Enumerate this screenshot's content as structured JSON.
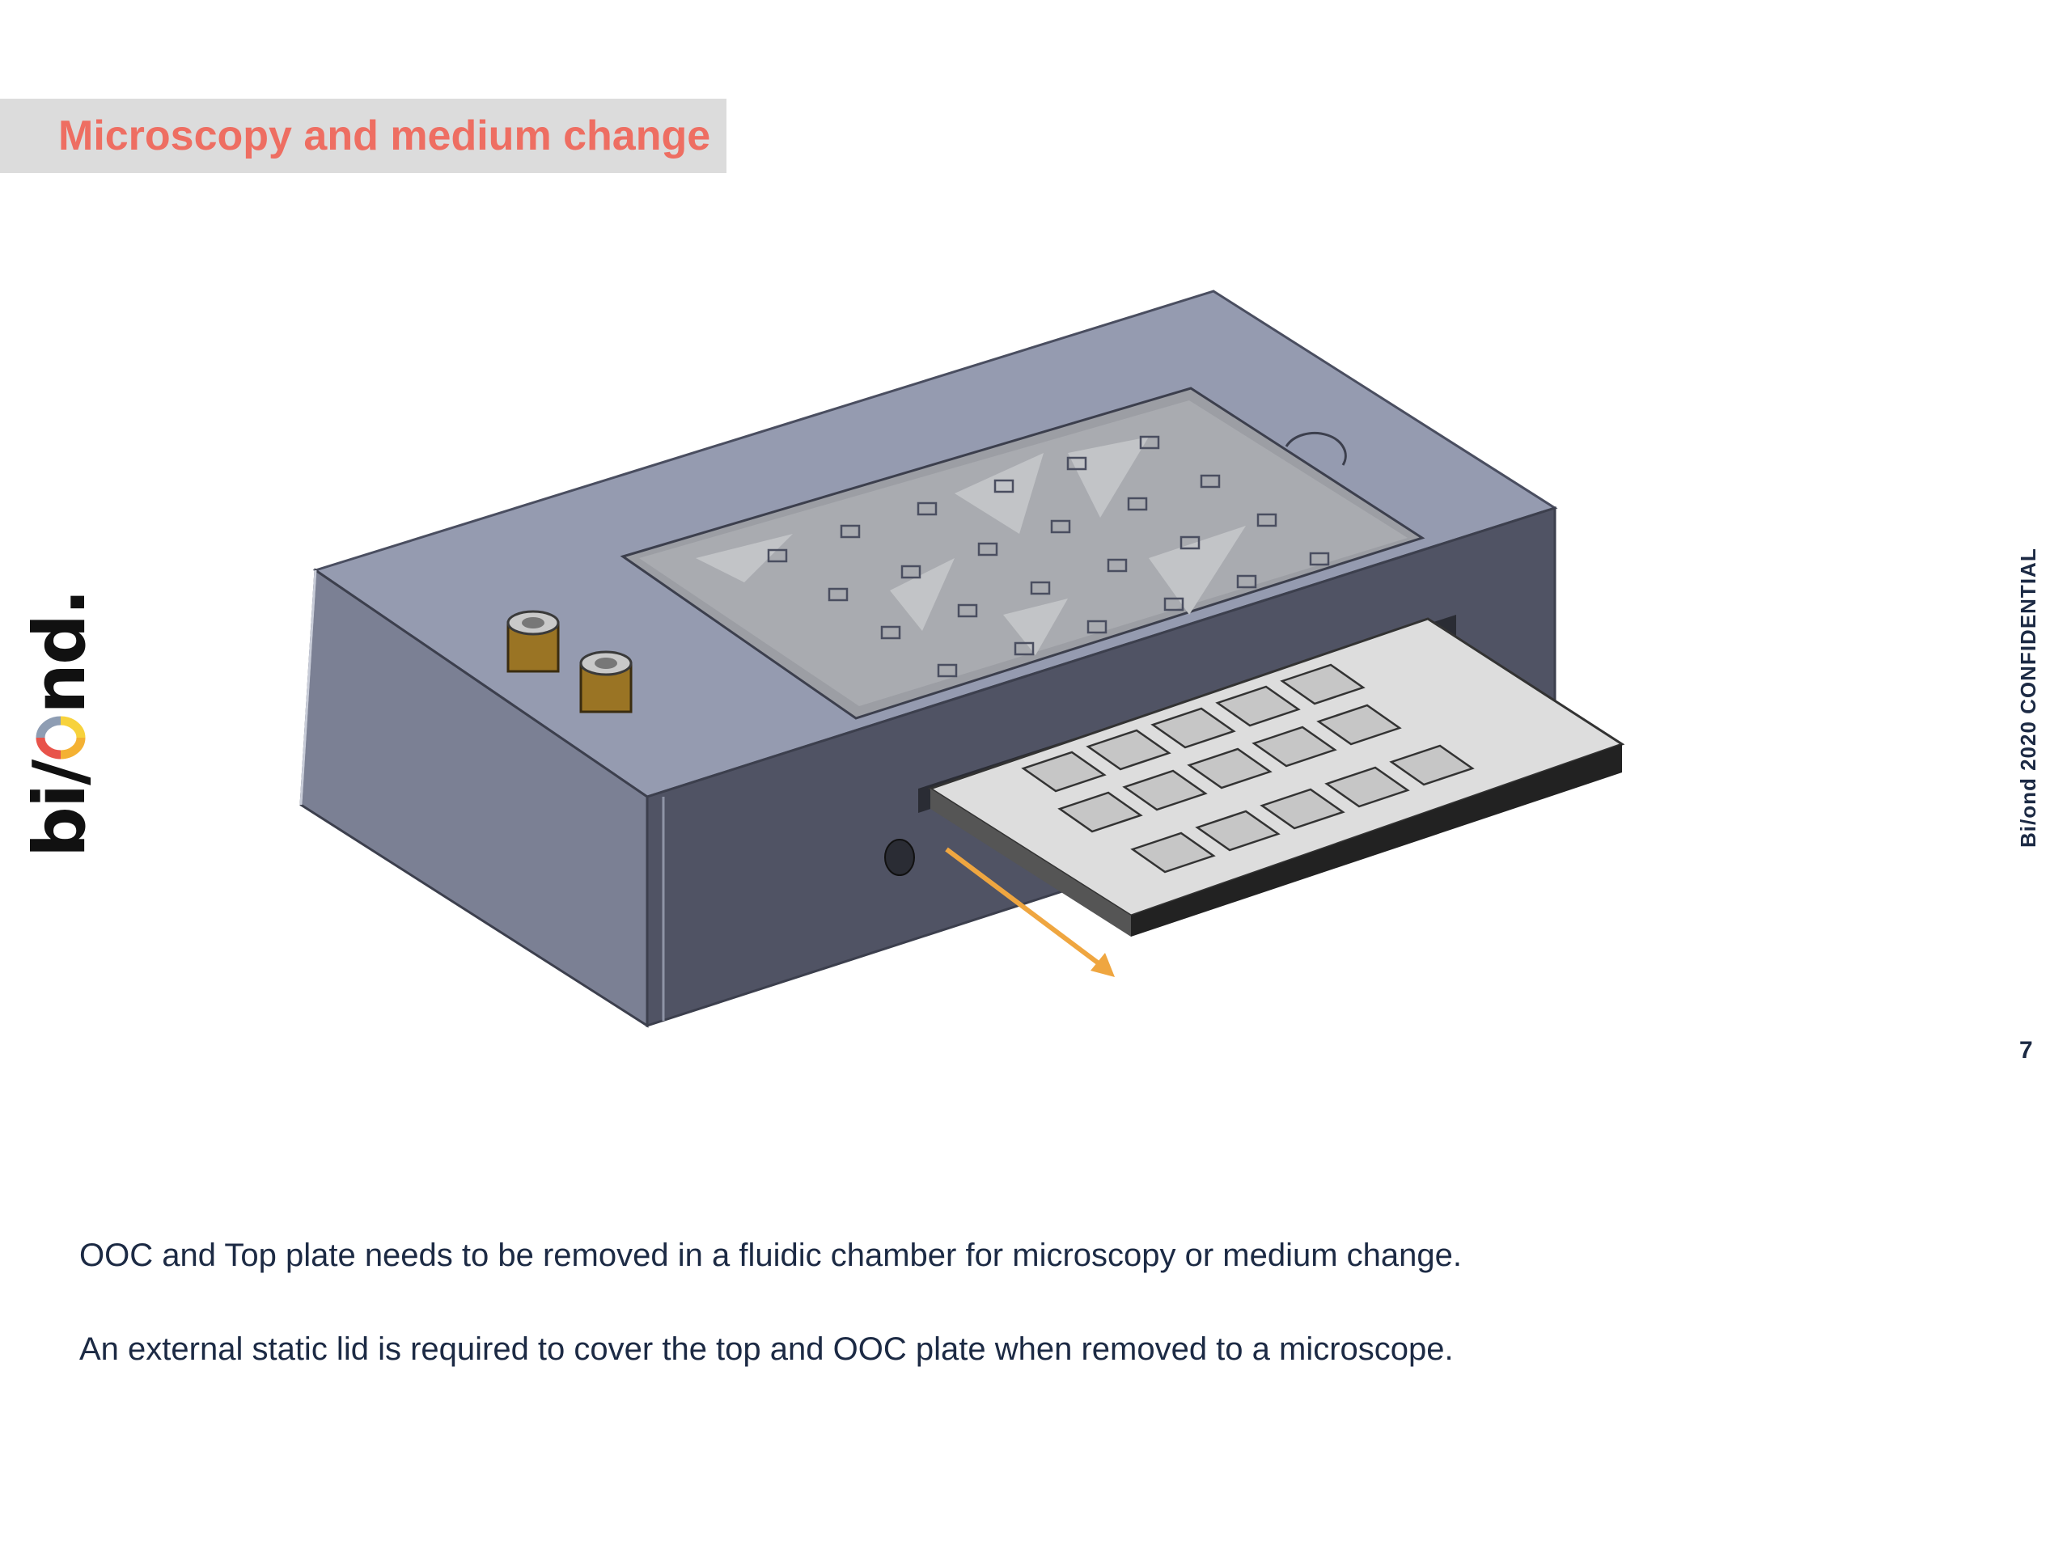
{
  "slide": {
    "title": "Microscopy and medium change",
    "logo_text_left": "bi/",
    "logo_text_right": "nd.",
    "footer_confidential": "Bi/ond 2020  CONFIDENTIAL",
    "page_number": "7"
  },
  "body": {
    "paragraph_1": "OOC and Top plate needs to be removed in a fluidic chamber for microscopy or medium change.",
    "paragraph_2": "An external static lid is required to cover the top and OOC plate when removed to a microscope."
  },
  "colors": {
    "title": "#ee6e62",
    "title_background": "#dcdcdc",
    "text": "#1c2a44",
    "arrow": "#efa640",
    "logo_o_segments": [
      "#e8534a",
      "#f4b133",
      "#f7d23c",
      "#8e9db3"
    ]
  }
}
